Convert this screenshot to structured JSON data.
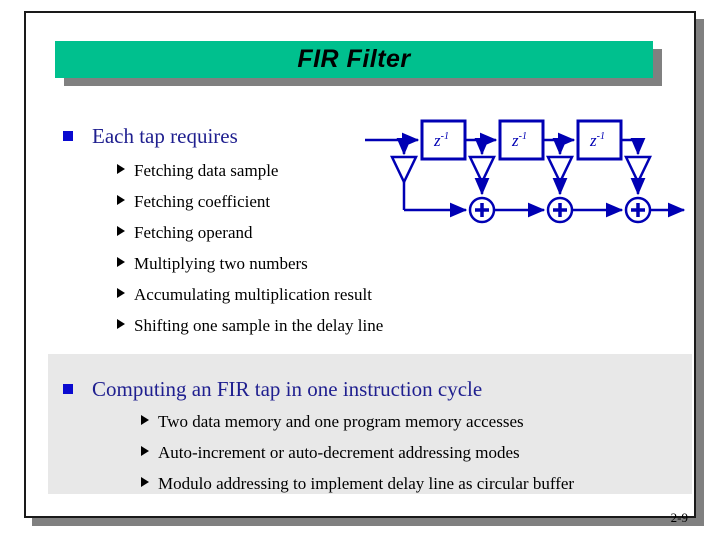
{
  "slide": {
    "title": "FIR Filter",
    "page_number": "2-9"
  },
  "sections": [
    {
      "heading": "Each tap requires",
      "items": [
        "Fetching data sample",
        "Fetching coefficient",
        "Fetching operand",
        "Multiplying two numbers",
        "Accumulating multiplication result",
        "Shifting one sample in the delay line"
      ]
    },
    {
      "heading": "Computing an FIR tap in one instruction cycle",
      "items": [
        "Two data memory and one program memory accesses",
        "Auto-increment or auto-decrement addressing modes",
        "Modulo addressing to implement delay line as circular buffer"
      ]
    }
  ],
  "diagram": {
    "description": "FIR filter tapped delay line structure",
    "delay_base": "z",
    "delay_exp": "-1",
    "num_delay_boxes": 3,
    "num_multiplier_taps": 4,
    "num_adders": 3
  },
  "icons": {
    "heading_bullet": "square-bullet",
    "sub_bullet": "right-arrow-bullet",
    "multiplier": "down-triangle",
    "adder": "plus-circle"
  },
  "colors": {
    "banner": "#00c08e",
    "shadow": "#808080",
    "heading_blue": "#1f1f8f",
    "bullet_blue": "#0a0ad0",
    "section_box": "#e8e8e8",
    "diagram_blue": "#0000b4",
    "text_black": "#000000"
  }
}
